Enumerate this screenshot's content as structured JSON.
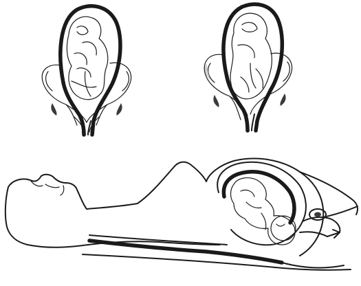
{
  "figure": {
    "panels": [
      {
        "id": "upright-left",
        "description_name": "pelvis-fetus-panel-left"
      },
      {
        "id": "upright-right",
        "description_name": "pelvis-fetus-panel-right"
      },
      {
        "id": "supine",
        "description_name": "supine-body-panel"
      }
    ],
    "colors": {
      "ink": "#1a1a1a",
      "paper": "#ffffff",
      "shade": "#cfcfcf"
    }
  }
}
